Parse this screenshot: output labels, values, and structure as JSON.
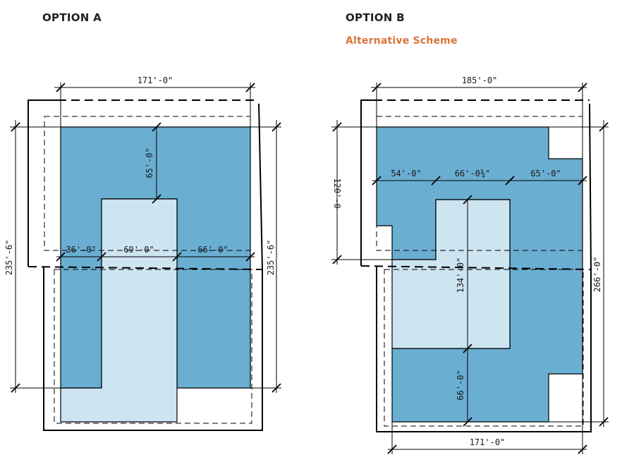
{
  "colors": {
    "dark_blue": "#6aaed2",
    "light_blue": "#cde4f1",
    "accent": "#d9733a"
  },
  "option_a": {
    "title": "OPTION A",
    "dims": {
      "top_width": "171'-0\"",
      "height_left": "235'-6\"",
      "height_right": "235'-6\"",
      "notch_depth": "65'-0\"",
      "seg_left": "36'-0\"",
      "seg_mid": "69'-0\"",
      "seg_right": "66'-0\""
    }
  },
  "option_b": {
    "title": "OPTION B",
    "subtitle": "Alternative Scheme",
    "dims": {
      "top_width": "185'-0\"",
      "left_partial": "120'-0",
      "height_right": "266'-0\"",
      "seg_left": "54'-0\"",
      "seg_mid": "66'-0¾\"",
      "seg_right": "65'-0\"",
      "inner_height": "134'-0\"",
      "bottom_depth": "66'-0\"",
      "bottom_width": "171'-0\""
    }
  }
}
